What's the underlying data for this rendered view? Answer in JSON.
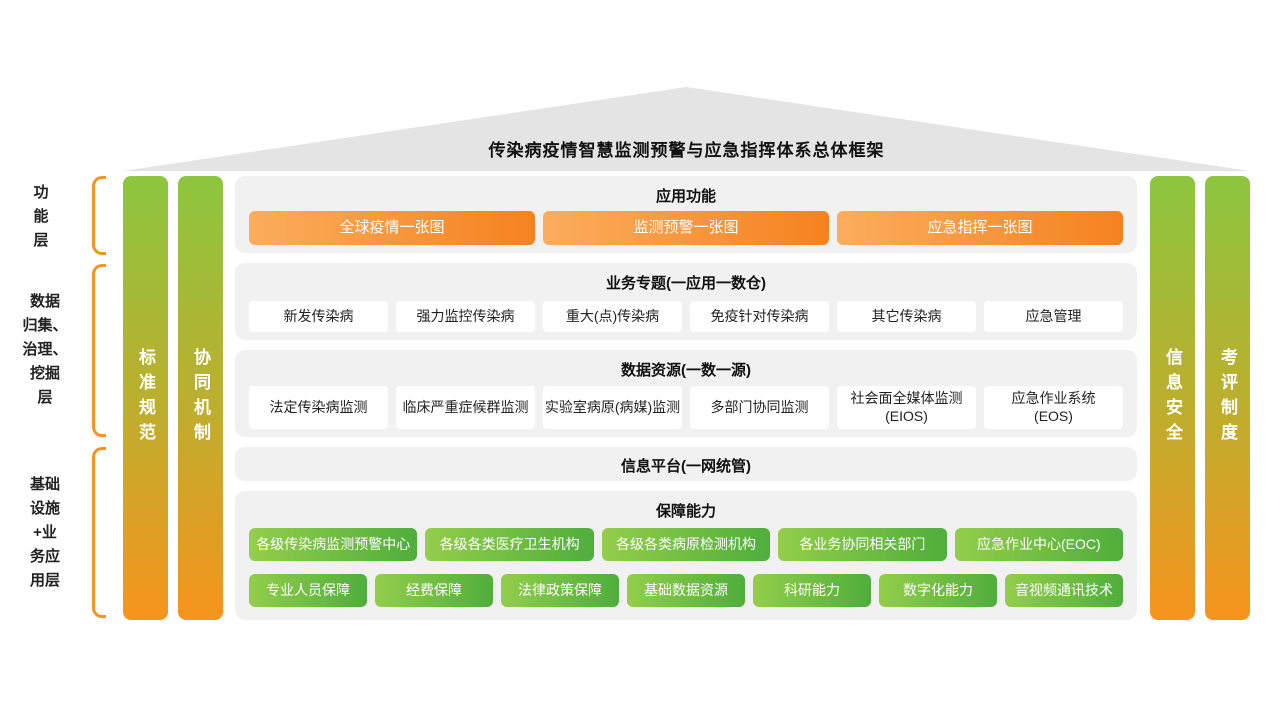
{
  "title": "传染病疫情智慧监测预警与应急指挥体系总体框架",
  "layers": [
    {
      "label": "功\n能\n层"
    },
    {
      "label": "数据\n归集、\n治理、\n挖掘\n层"
    },
    {
      "label": "基础\n设施\n+业\n务应\n用层"
    }
  ],
  "side_bars": {
    "left": [
      {
        "label": "标准规范"
      },
      {
        "label": "协同机制"
      }
    ],
    "right": [
      {
        "label": "信息安全"
      },
      {
        "label": "考评制度"
      }
    ]
  },
  "rows": [
    {
      "title": "应用功能",
      "items": [
        "全球疫情一张图",
        "监测预警一张图",
        "应急指挥一张图"
      ]
    },
    {
      "title": "业务专题(一应用一数仓)",
      "items": [
        "新发传染病",
        "强力监控传染病",
        "重大(点)传染病",
        "免疫针对传染病",
        "其它传染病",
        "应急管理"
      ]
    },
    {
      "title": "数据资源(一数一源)",
      "items": [
        "法定传染病监测",
        "临床严重症候群监测",
        "实验室病原(病媒)监测",
        "多部门协同监测",
        "社会面全媒体监测\n(EIOS)",
        "应急作业系统\n(EOS)"
      ]
    },
    {
      "title": "信息平台(一网统管)"
    },
    {
      "title": "保障能力",
      "items_top": [
        "各级传染病监测预警中心",
        "各级各类医疗卫生机构",
        "各级各类病原检测机构",
        "各业务协同相关部门",
        "应急作业中心(EOC)"
      ],
      "items_bottom": [
        "专业人员保障",
        "经费保障",
        "法律政策保障",
        "基础数据资源",
        "科研能力",
        "数字化能力",
        "音视频通讯技术"
      ]
    }
  ],
  "palette": {
    "orange": "#F7941D",
    "orange_light": "#FBAD5D",
    "green": "#8CC63E",
    "green_dark": "#4FAE3B",
    "roof_gray": "#E4E4E4",
    "panel_gray": "#F1F1F1"
  }
}
